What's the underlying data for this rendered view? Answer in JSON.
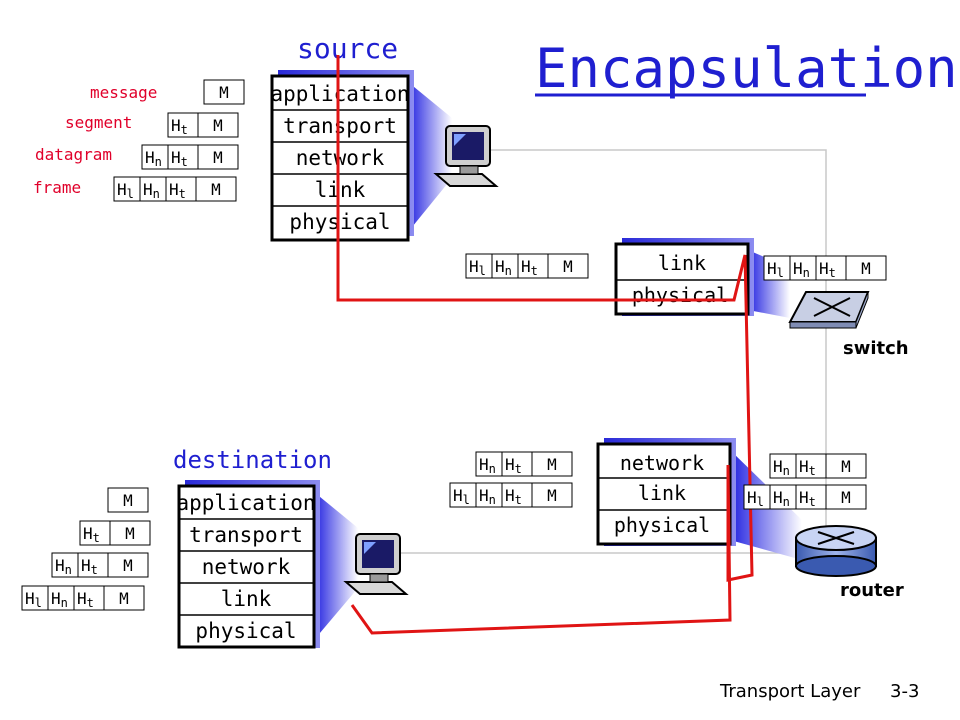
{
  "title": "Encapsulation",
  "footer": {
    "left": "Transport Layer",
    "right": "3-3"
  },
  "colors": {
    "title": "#1f1fd0",
    "red_label": "#e0002a",
    "path": "#e01414",
    "stack_shadow": "#3030d8",
    "wire": "#c8c8c8",
    "text": "#000000"
  },
  "labels": {
    "source": "source",
    "destination": "destination",
    "switch": "switch",
    "router": "router"
  },
  "pdu_names": [
    "message",
    "segment",
    "datagram",
    "frame"
  ],
  "header_tokens": {
    "transport": "Ht",
    "network": "Hn",
    "link": "Hl",
    "message": "M"
  },
  "stacks": {
    "source": [
      "application",
      "transport",
      "network",
      "link",
      "physical"
    ],
    "destination": [
      "application",
      "transport",
      "network",
      "link",
      "physical"
    ],
    "switch": [
      "link",
      "physical"
    ],
    "router": [
      "network",
      "link",
      "physical"
    ]
  },
  "icons": {
    "source_host": "computer-icon",
    "dest_host": "computer-icon",
    "switch": "switch-icon",
    "router": "router-icon"
  }
}
